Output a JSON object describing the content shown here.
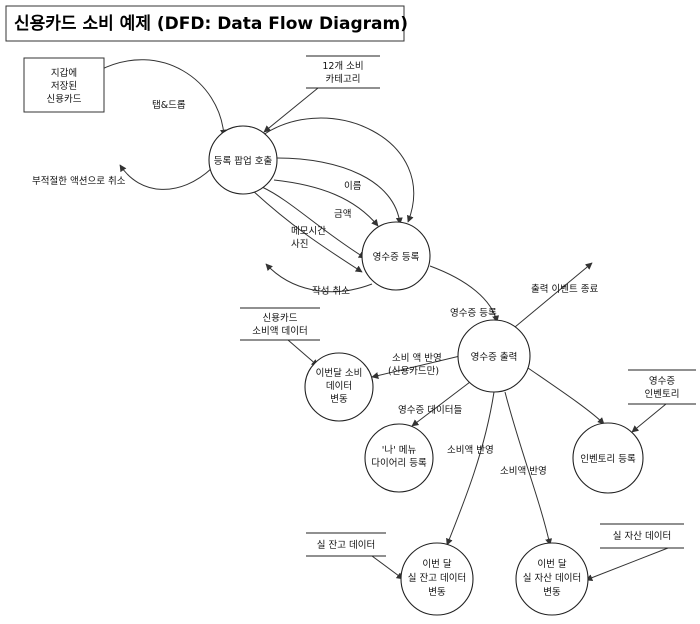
{
  "title": "신용카드 소비 예제 (DFD: Data Flow Diagram)",
  "external_entities": {
    "wallet": [
      "지갑에",
      "저장된",
      "신용카드"
    ],
    "categories": [
      "12개 소비",
      "카테고리"
    ],
    "cc_spending": [
      "신용카드",
      "소비액 데이터"
    ],
    "receipt_inventory": [
      "영수증",
      "인벤토리"
    ],
    "actual_balance": [
      "실 잔고 데이터"
    ],
    "actual_assets": [
      "실 자산 데이터"
    ]
  },
  "processes": {
    "register_popup": [
      "등록 팝업 호출"
    ],
    "receipt_register": [
      "영수증 등록"
    ],
    "receipt_output": [
      "영수증 출력"
    ],
    "monthly_spending": [
      "이번달 소비",
      "데이터",
      "변동"
    ],
    "my_menu": [
      "'나' 메뉴",
      "다이어리 등록"
    ],
    "inventory_register": [
      "인벤토리 등록"
    ],
    "balance_change": [
      "이번 달",
      "실 잔고 데이터",
      "변동"
    ],
    "assets_change": [
      "이번 달",
      "실 자산 데이터",
      "변동"
    ]
  },
  "flows": {
    "drag_drop": "탭&드롭",
    "cancel_inappropriate": "부적절한 액션으로 취소",
    "name": "이름",
    "amount": "금액",
    "memo_time_photo": [
      "메모시간",
      "사진"
    ],
    "cancel_write": "작성 취소",
    "receipt_register": "영수증 등록",
    "output_event_end": "출력 이벤트 종료",
    "reflect_amount": [
      "소비 액 반영",
      "(신용카드만)"
    ],
    "receipt_data": "영수증 데이터들",
    "reflect_spending_1": "소비액 반영",
    "reflect_spending_2": "소비액 반영"
  }
}
